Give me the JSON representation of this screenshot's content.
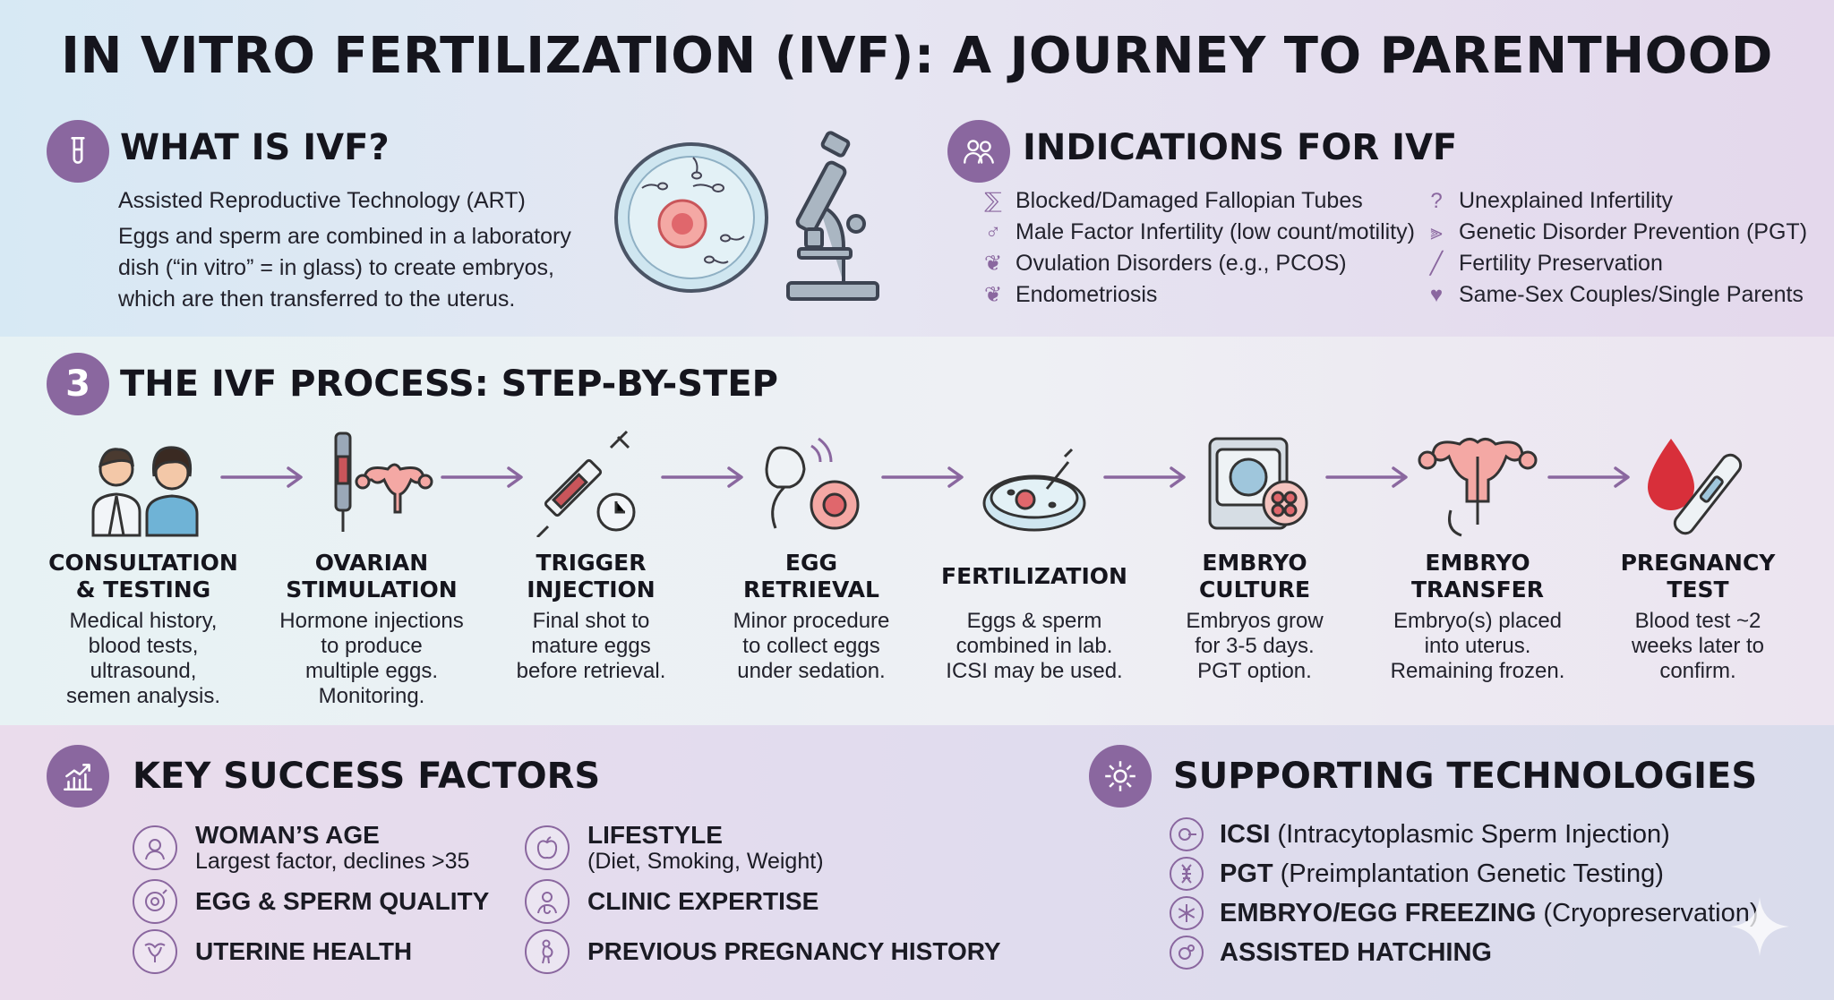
{
  "title": "IN VITRO FERTILIZATION (IVF): A JOURNEY TO PARENTHOOD",
  "what_is": {
    "heading": "WHAT IS IVF?",
    "subtitle": "Assisted Reproductive Technology (ART)",
    "body": "Eggs and sperm are combined in a laboratory dish (“in vitro” = in glass) to create embryos, which are then transferred to the uterus."
  },
  "indications": {
    "heading": "INDICATIONS FOR IVF",
    "left": [
      {
        "icon": "fallopian-tube-icon",
        "label": "Blocked/Damaged Fallopian Tubes"
      },
      {
        "icon": "male-symbol-icon",
        "label": "Male Factor Infertility (low count/motility)"
      },
      {
        "icon": "ovary-icon",
        "label": "Ovulation Disorders (e.g., PCOS)"
      },
      {
        "icon": "uterus-icon",
        "label": "Endometriosis"
      }
    ],
    "right": [
      {
        "icon": "head-question-icon",
        "label": "Unexplained Infertility"
      },
      {
        "icon": "dna-icon",
        "label": "Genetic Disorder Prevention (PGT)"
      },
      {
        "icon": "syringe-icon",
        "label": "Fertility Preservation"
      },
      {
        "icon": "heart-icon",
        "label": "Same-Sex Couples/Single Parents"
      }
    ]
  },
  "process": {
    "badge": "3",
    "heading": "THE IVF PROCESS: STEP-BY-STEP",
    "steps": [
      {
        "icon": "couple-doctor-icon",
        "title": "CONSULTATION\n& TESTING",
        "desc": "Medical history,\nblood tests,\nultrasound,\nsemen analysis."
      },
      {
        "icon": "pen-injector-ovary-icon",
        "title": "OVARIAN\nSTIMULATION",
        "desc": "Hormone injections\nto produce\nmultiple eggs.\nMonitoring."
      },
      {
        "icon": "syringe-clock-icon",
        "title": "TRIGGER\nINJECTION",
        "desc": "Final shot to\nmature eggs\nbefore retrieval."
      },
      {
        "icon": "ultrasound-egg-icon",
        "title": "EGG\nRETRIEVAL",
        "desc": "Minor procedure\nto collect eggs\nunder sedation."
      },
      {
        "icon": "petri-dish-icon",
        "title": "FERTILIZATION",
        "desc": "Eggs & sperm\ncombined in lab.\nICSI may be used."
      },
      {
        "icon": "incubator-icon",
        "title": "EMBRYO\nCULTURE",
        "desc": "Embryos grow\nfor 3-5 days.\nPGT option."
      },
      {
        "icon": "uterus-catheter-icon",
        "title": "EMBRYO\nTRANSFER",
        "desc": "Embryo(s) placed\ninto uterus.\nRemaining frozen."
      },
      {
        "icon": "blood-drop-test-icon",
        "title": "PREGNANCY\nTEST",
        "desc": "Blood test ~2\nweeks later to\nconfirm."
      }
    ]
  },
  "success": {
    "heading": "KEY SUCCESS FACTORS",
    "factors": [
      {
        "icon": "woman-head-icon",
        "name": "WOMAN’S AGE",
        "sub": "Largest factor, declines >35"
      },
      {
        "icon": "egg-cell-icon",
        "name": "EGG & SPERM QUALITY",
        "sub": ""
      },
      {
        "icon": "uterus-icon",
        "name": "UTERINE HEALTH",
        "sub": ""
      },
      {
        "icon": "apple-icon",
        "name": "LIFESTYLE",
        "sub": "(Diet, Smoking, Weight)"
      },
      {
        "icon": "doctor-icon",
        "name": "CLINIC EXPERTISE",
        "sub": ""
      },
      {
        "icon": "pregnant-icon",
        "name": "PREVIOUS PREGNANCY HISTORY",
        "sub": ""
      }
    ]
  },
  "technologies": {
    "heading": "SUPPORTING TECHNOLOGIES",
    "items": [
      {
        "icon": "icsi-icon",
        "name": "ICSI",
        "desc": "(Intracytoplasmic Sperm Injection)"
      },
      {
        "icon": "dna-icon",
        "name": "PGT",
        "desc": "(Preimplantation Genetic Testing)"
      },
      {
        "icon": "snowflake-icon",
        "name": "EMBRYO/EGG FREEZING",
        "desc": "(Cryopreservation)"
      },
      {
        "icon": "hatching-icon",
        "name": "ASSISTED HATCHING",
        "desc": ""
      }
    ]
  },
  "colors": {
    "accent": "#8a679f",
    "text": "#15151d"
  }
}
